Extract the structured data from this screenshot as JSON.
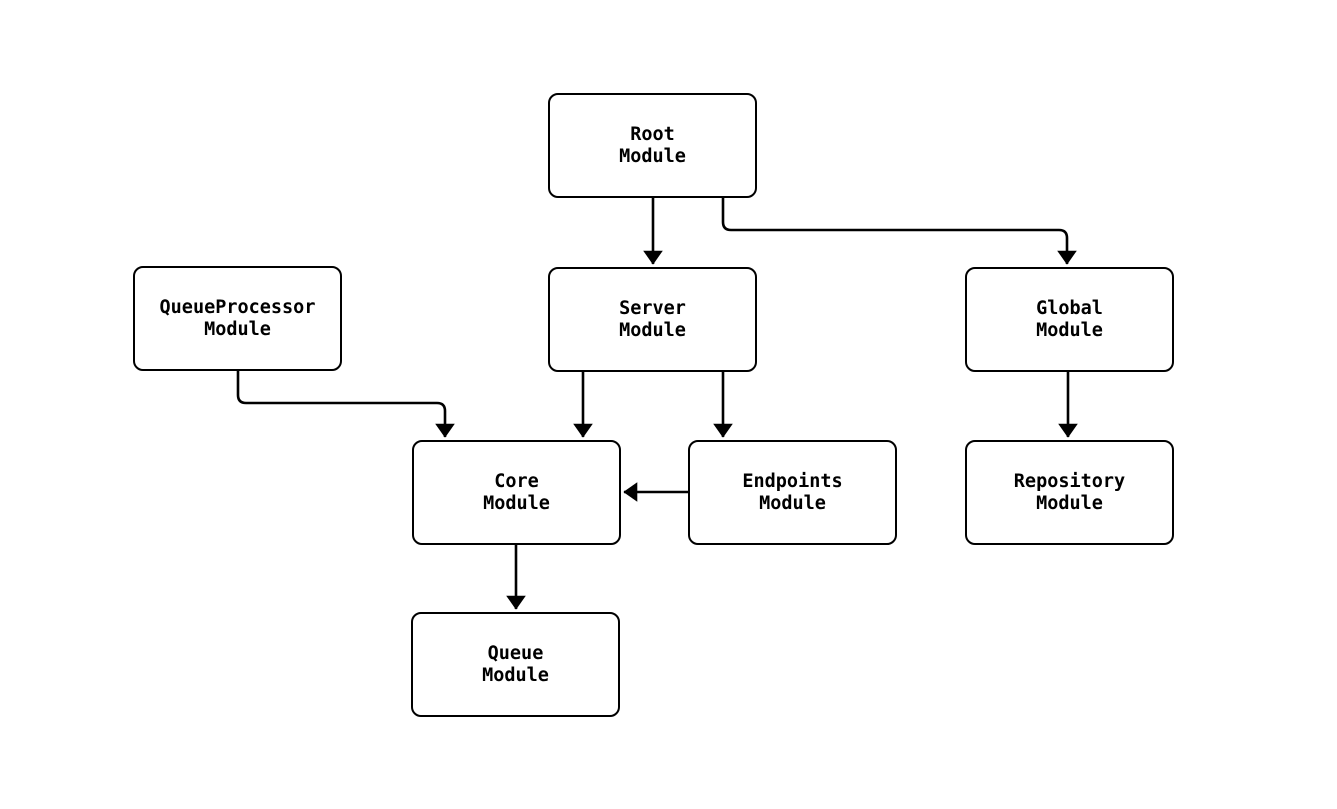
{
  "diagram": {
    "type": "module-dependency-flowchart",
    "background_color": "#ffffff",
    "node_fill_color": "#ffffff",
    "stroke_color": "#000000",
    "nodes": [
      {
        "id": "root",
        "line1": "Root",
        "line2": "Module"
      },
      {
        "id": "queueprocessor",
        "line1": "QueueProcessor",
        "line2": "Module"
      },
      {
        "id": "server",
        "line1": "Server",
        "line2": "Module"
      },
      {
        "id": "global",
        "line1": "Global",
        "line2": "Module"
      },
      {
        "id": "core",
        "line1": "Core",
        "line2": "Module"
      },
      {
        "id": "endpoints",
        "line1": "Endpoints",
        "line2": "Module"
      },
      {
        "id": "repository",
        "line1": "Repository",
        "line2": "Module"
      },
      {
        "id": "queue",
        "line1": "Queue",
        "line2": "Module"
      }
    ],
    "edges": [
      {
        "from": "Root Module",
        "to": "Server Module"
      },
      {
        "from": "Root Module",
        "to": "Global Module"
      },
      {
        "from": "QueueProcessor Module",
        "to": "Core Module"
      },
      {
        "from": "Server Module",
        "to": "Core Module"
      },
      {
        "from": "Server Module",
        "to": "Endpoints Module"
      },
      {
        "from": "Endpoints Module",
        "to": "Core Module"
      },
      {
        "from": "Global Module",
        "to": "Repository Module"
      },
      {
        "from": "Core Module",
        "to": "Queue Module"
      }
    ]
  }
}
